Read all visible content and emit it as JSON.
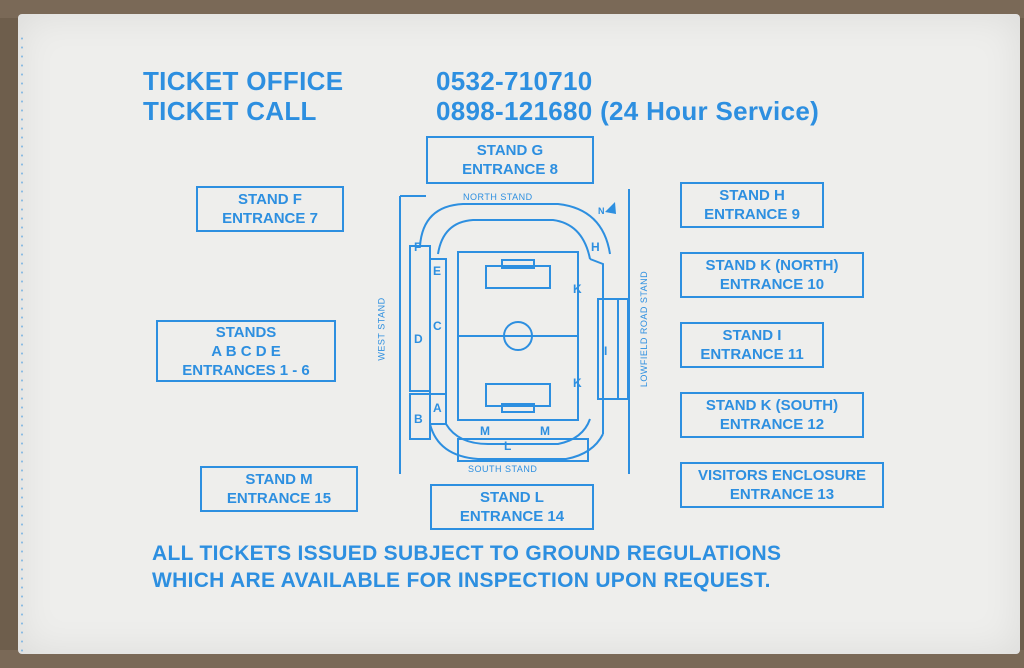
{
  "header": {
    "office_label": "TICKET OFFICE",
    "office_number": "0532-710710",
    "call_label": "TICKET CALL",
    "call_number": "0898-121680 (24 Hour Service)"
  },
  "entrances": {
    "stand_g": [
      "STAND G",
      "ENTRANCE 8"
    ],
    "stand_f": [
      "STAND F",
      "ENTRANCE 7"
    ],
    "stand_h": [
      "STAND H",
      "ENTRANCE 9"
    ],
    "stand_k_north": [
      "STAND K (NORTH)",
      "ENTRANCE 10"
    ],
    "stands_abcde": [
      "STANDS",
      "A B C D E",
      "ENTRANCES 1 - 6"
    ],
    "stand_i": [
      "STAND I",
      "ENTRANCE 11"
    ],
    "stand_k_south": [
      "STAND K (SOUTH)",
      "ENTRANCE 12"
    ],
    "stand_m": [
      "STAND M",
      "ENTRANCE 15"
    ],
    "visitors": [
      "VISITORS ENCLOSURE",
      "ENTRANCE 13"
    ],
    "stand_l": [
      "STAND L",
      "ENTRANCE 14"
    ]
  },
  "map": {
    "north_stand": "NORTH STAND",
    "south_stand": "SOUTH STAND",
    "west_stand": "WEST STAND",
    "east_stand": "LOWFIELD ROAD STAND",
    "north_marker": "N",
    "section_letters": {
      "a": "A",
      "b": "B",
      "c": "C",
      "d": "D",
      "e": "E",
      "f": "F",
      "h": "H",
      "i": "I",
      "k1": "K",
      "k2": "K",
      "l": "L",
      "m1": "M",
      "m2": "M"
    }
  },
  "footer": {
    "line1": "ALL TICKETS ISSUED SUBJECT TO GROUND REGULATIONS",
    "line2": "WHICH ARE AVAILABLE FOR INSPECTION UPON REQUEST."
  },
  "colors": {
    "ink": "#2d8fe0",
    "paper": "#eeeeec",
    "background": "#6e5e4c"
  }
}
